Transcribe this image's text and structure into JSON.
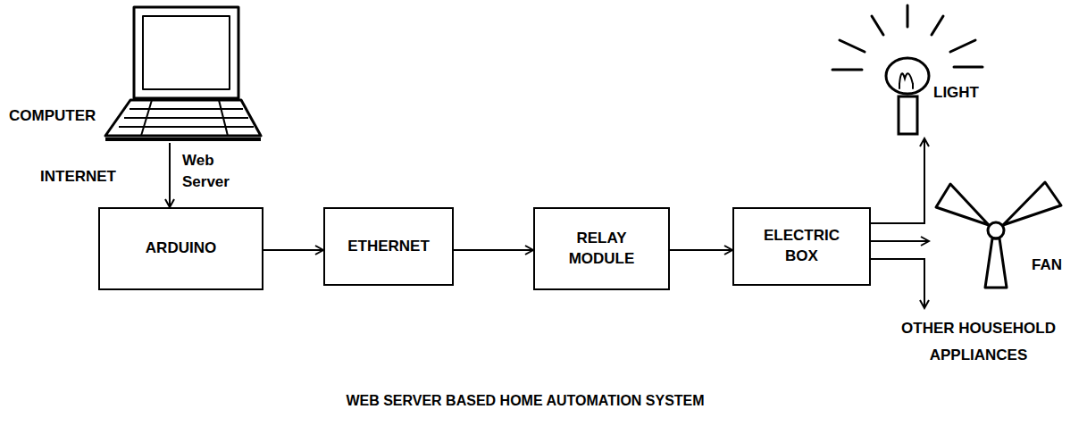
{
  "diagram": {
    "caption": "WEB SERVER BASED HOME AUTOMATION SYSTEM",
    "nodes": [
      {
        "text": [
          "COMPUTER"
        ]
      },
      {
        "text": [
          "ARDUINO"
        ]
      },
      {
        "text": [
          "ETHERNET"
        ]
      },
      {
        "text": [
          "RELAY MODULE"
        ]
      },
      {
        "text": [
          "ELECTRIC BOX"
        ]
      },
      {
        "text": [
          "LIGHT"
        ]
      },
      {
        "text": [
          "FAN"
        ]
      },
      {
        "text": [
          "OTHER HOUSEHOLD APPLIANCES"
        ]
      }
    ],
    "edges": [
      {
        "from": 0,
        "to": 1,
        "label": "Web Server",
        "arrow": "to"
      },
      {
        "from": 1,
        "to": 2,
        "arrow": "to"
      },
      {
        "from": 2,
        "to": 3,
        "arrow": "to"
      },
      {
        "from": 3,
        "to": 4,
        "arrow": "to"
      },
      {
        "from": 4,
        "to": 5,
        "arrow": "to"
      },
      {
        "from": 4,
        "to": 6,
        "arrow": "to"
      },
      {
        "from": 4,
        "to": 7,
        "arrow": "to"
      }
    ],
    "labels": [
      "INTERNET"
    ]
  }
}
